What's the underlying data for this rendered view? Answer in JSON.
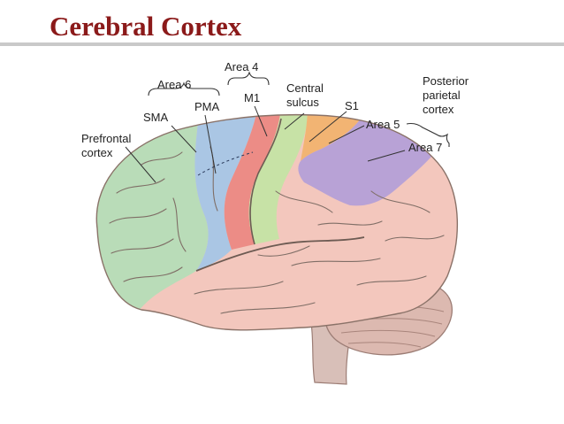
{
  "slide": {
    "title": "Cerebral Cortex"
  },
  "figure": {
    "labels": {
      "area6": "Area 6",
      "area4": "Area 4",
      "sma": "SMA",
      "pma": "PMA",
      "m1": "M1",
      "central_sulcus_line1": "Central",
      "central_sulcus_line2": "sulcus",
      "s1": "S1",
      "posterior_parietal_line1": "Posterior",
      "posterior_parietal_line2": "parietal",
      "posterior_parietal_line3": "cortex",
      "prefrontal_line1": "Prefrontal",
      "prefrontal_line2": "cortex",
      "area5": "Area 5",
      "area7": "Area 7"
    },
    "colors": {
      "prefrontal": "#b9dcb8",
      "premotor": "#aac6e4",
      "primary_motor": "#ec8c86",
      "somatosensory": "#c7e2a6",
      "area5": "#f2b473",
      "area7": "#b8a2d6",
      "temporal_parietal": "#f3c7bd",
      "cerebellum": "#dcb9b0",
      "brainstem": "#d8bfb8"
    }
  }
}
